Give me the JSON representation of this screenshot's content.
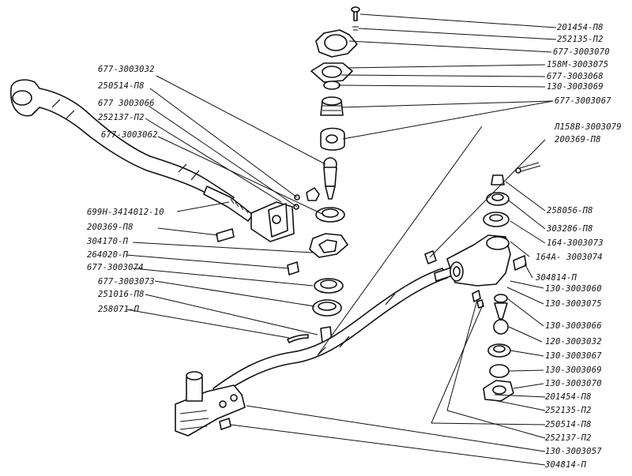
{
  "labels": {
    "l_201454_p8_top": "201454-П8",
    "l_252135_p2_top": "252135-П2",
    "l_677_3003070": "677-3003070",
    "l_158m_3003075": "158М-3003075",
    "l_677_3003068": "677-3003068",
    "l_130_3003069_top": "130-3003069",
    "l_677_3003067": "677-3003067",
    "l_l158v_3003079": "Л158В-3003079",
    "l_200369_p8_right": "200369-П8",
    "l_677_3003032": "677-3003032",
    "l_250514_p8_left": "250514-П8",
    "l_677_3003066": "677 3003066",
    "l_252137_p2_left": "252137-П2",
    "l_677_3003062": "677-3003062",
    "l_699n_3414012": "699Н-3414012-10",
    "l_200369_p8_left": "200369-П8",
    "l_304170_p": "304170-П",
    "l_264020_p": "264020-П",
    "l_677_3003074": "677-3003074",
    "l_677_3003073": "677-3003073",
    "l_251016_p8": "251016-П8",
    "l_258071_p": "258071-П",
    "l_258056_p8": "258056-П8",
    "l_303286_p8": "303286-П8",
    "l_164_3003073": "164-3003073",
    "l_164a_3003074": "164А- 3003074",
    "l_304814_p_right": "304814-П",
    "l_130_3003060": "130-3003060",
    "l_130_3003075": "130-3003075",
    "l_130_3003066": "130-3003066",
    "l_120_3003032": "120-3003032",
    "l_130_3003067": "130-3003067",
    "l_130_3003069_bot": "130-3003069",
    "l_130_3003070": "130-3003070",
    "l_201454_p8_bot": "201454-П8",
    "l_252135_p2_bot": "252135-П2",
    "l_250514_p8_bot": "250514-П8",
    "l_252137_p2_bot": "252137-П2",
    "l_130_3003057": "130-3003057",
    "l_304814_p_bot": "304814-П"
  }
}
